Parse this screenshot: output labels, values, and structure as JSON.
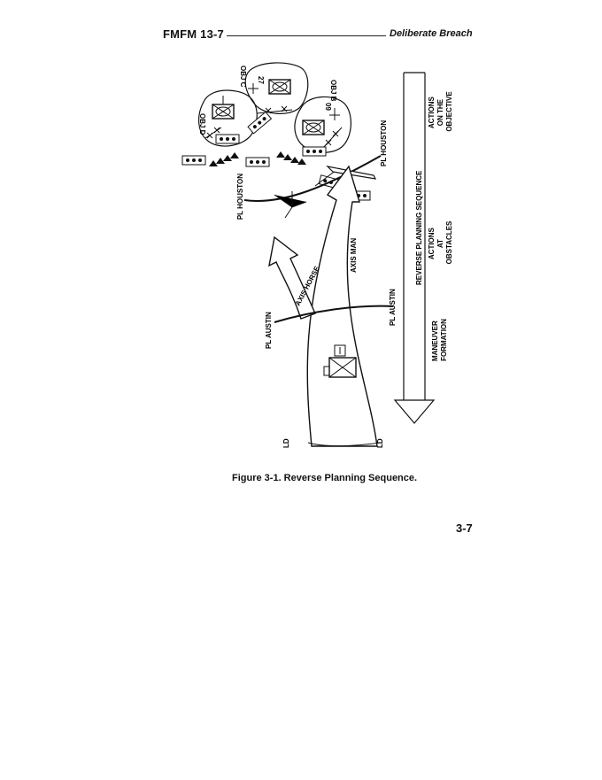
{
  "header": {
    "doc_id": "FMFM 13-7",
    "section": "Deliberate Breach"
  },
  "figure": {
    "labels": {
      "obj_d": "OBJ D",
      "obj_c": "OBJ C",
      "obj_b": "OBJ B",
      "num_27": "27",
      "num_09": "09",
      "pl_houston_left": "PL HOUSTON",
      "pl_houston_right": "PL  HOUSTON",
      "pl_austin_left": "PL AUSTIN",
      "pl_austin_right": "PL AUSTIN",
      "axis_horse": "AXIS HORSE",
      "axis_man": "AXIS MAN",
      "ld_left": "LD",
      "ld_right": "LD",
      "reverse_seq": "REVERSE PLANNING SEQUENCE",
      "actions_objective": [
        "ACTIONS",
        "ON THE",
        "OBJECTIVE"
      ],
      "actions_obstacles": [
        "ACTIONS",
        "AT",
        "OBSTACLES"
      ],
      "maneuver_formation": [
        "MANEUVER",
        "FORMATION"
      ]
    }
  },
  "caption": "Figure 3-1. Reverse Planning Sequence.",
  "page_number": "3-7"
}
